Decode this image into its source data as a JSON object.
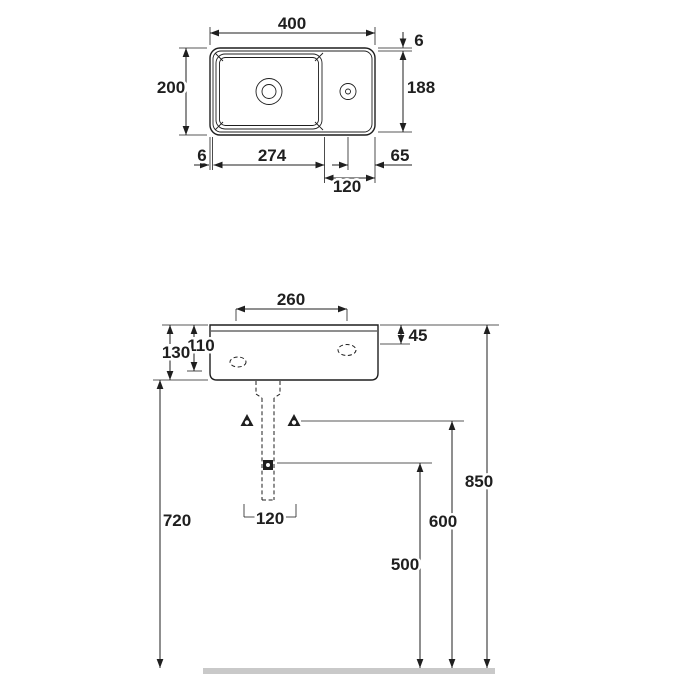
{
  "top_view": {
    "width": "400",
    "rim_top": "6",
    "height": "200",
    "inner_height": "188",
    "rim_left": "6",
    "basin_width": "274",
    "right_deck_width": "120",
    "tap_edge_offset": "65"
  },
  "front_view": {
    "tap_holes_span": "260",
    "apron_height": "45",
    "basin_height": "130",
    "inner_height": "110",
    "underside_height": "720",
    "drain_offset": "120",
    "outlet_height": "500",
    "fixing_height": "600",
    "rim_height": "850"
  },
  "colors": {
    "line": "#1f1f1f",
    "floor": "#c9c9c9",
    "background": "#ffffff"
  }
}
